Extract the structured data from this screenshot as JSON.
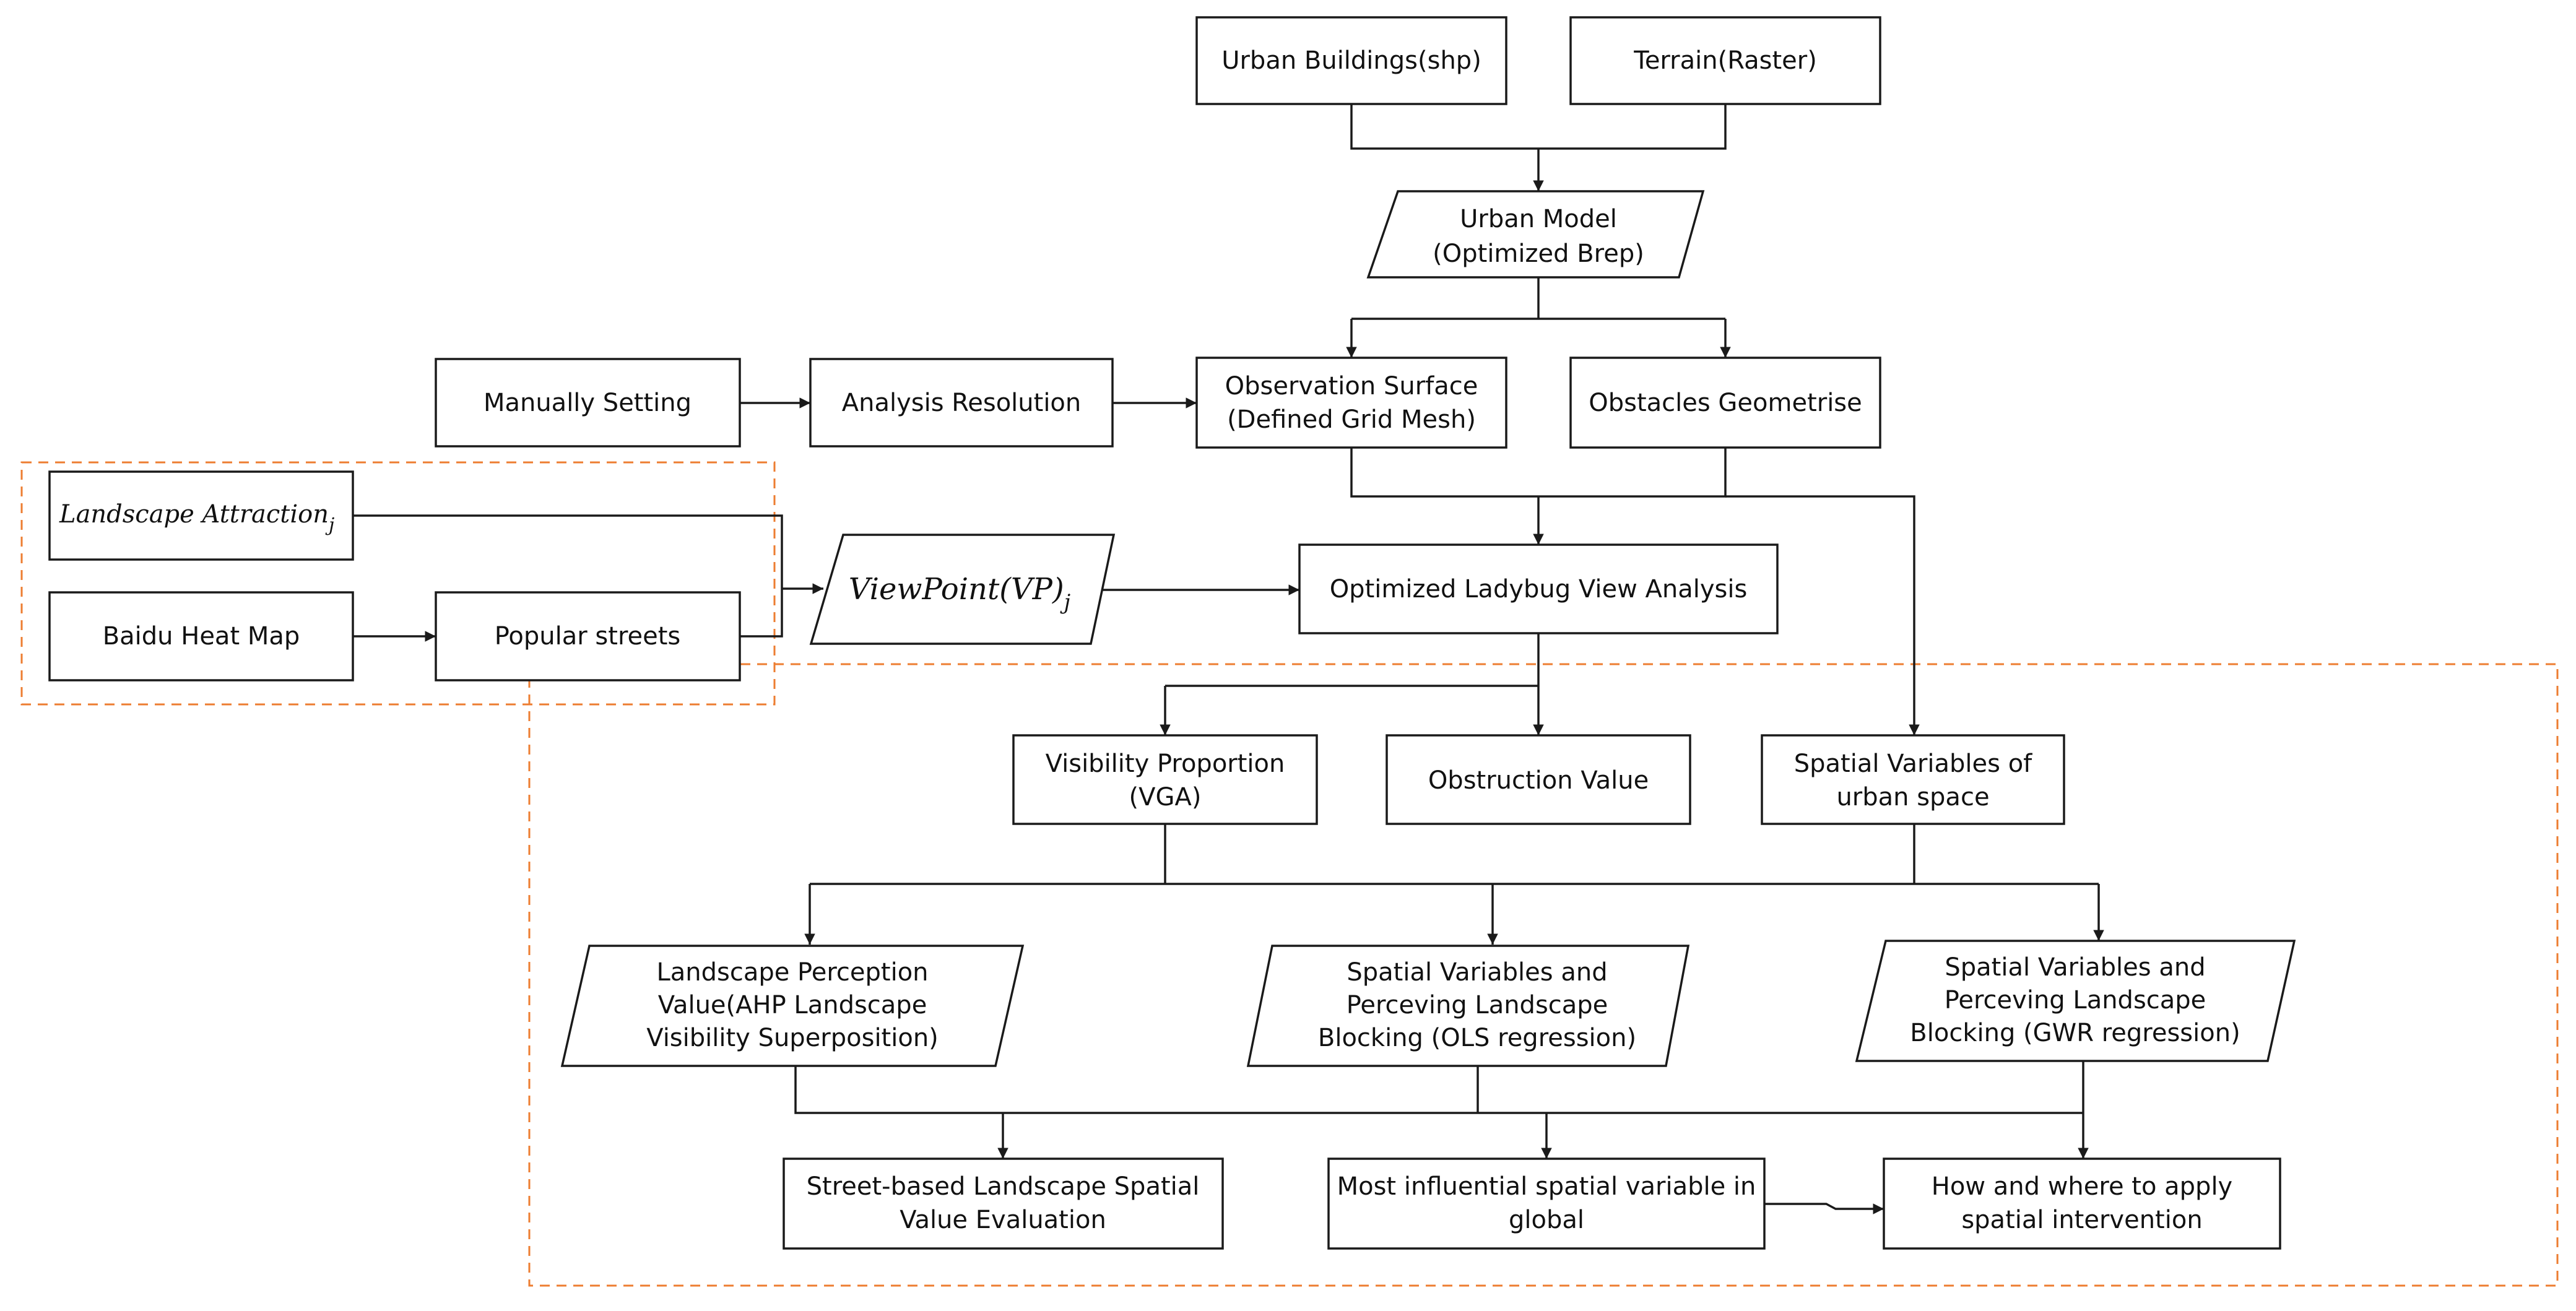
{
  "colors": {
    "line": "#1a1a1a",
    "dashed_region": "#ed7d31",
    "fill": "#ffffff"
  },
  "nodes": {
    "urban_buildings": [
      "Urban Buildings(shp)"
    ],
    "terrain": [
      "Terrain(Raster)"
    ],
    "urban_model": [
      "Urban Model",
      "(Optimized Brep)"
    ],
    "manually_setting": [
      "Manually Setting"
    ],
    "analysis_resolution": [
      "Analysis Resolution"
    ],
    "observation_surface": [
      "Observation Surface",
      "(Defined Grid Mesh)"
    ],
    "obstacles_geometrise": [
      "Obstacles Geometrise"
    ],
    "baidu_heat_map": [
      "Baidu Heat Map"
    ],
    "popular_streets": [
      "Popular streets"
    ],
    "optimized_ladybug": [
      "Optimized Ladybug View Analysis"
    ],
    "visibility_proportion": [
      "Visibility Proportion",
      "(VGA)"
    ],
    "obstruction_value": [
      "Obstruction Value"
    ],
    "spatial_variables_urban": [
      "Spatial Variables of",
      "urban space"
    ],
    "landscape_perception": [
      "Landscape Perception",
      "Value(AHP Landscape",
      "Visibility Superposition)"
    ],
    "ols_regression": [
      "Spatial Variables and",
      "Perceving Landscape",
      "Blocking (OLS regression)"
    ],
    "gwr_regression": [
      "Spatial Variables and",
      "Perceving Landscape",
      "Blocking (GWR regression)"
    ],
    "street_evaluation": [
      "Street-based Landscape Spatial",
      "Value Evaluation"
    ],
    "most_influential": [
      "Most influential spatial variable in",
      "global"
    ],
    "how_where": [
      "How and where to apply",
      "spatial intervention"
    ]
  },
  "math": {
    "landscape_attraction": {
      "base": "Landscape Attraction",
      "sub": "j"
    },
    "viewpoint": {
      "base": "ViewPoint(VP)",
      "sub": "j"
    }
  }
}
